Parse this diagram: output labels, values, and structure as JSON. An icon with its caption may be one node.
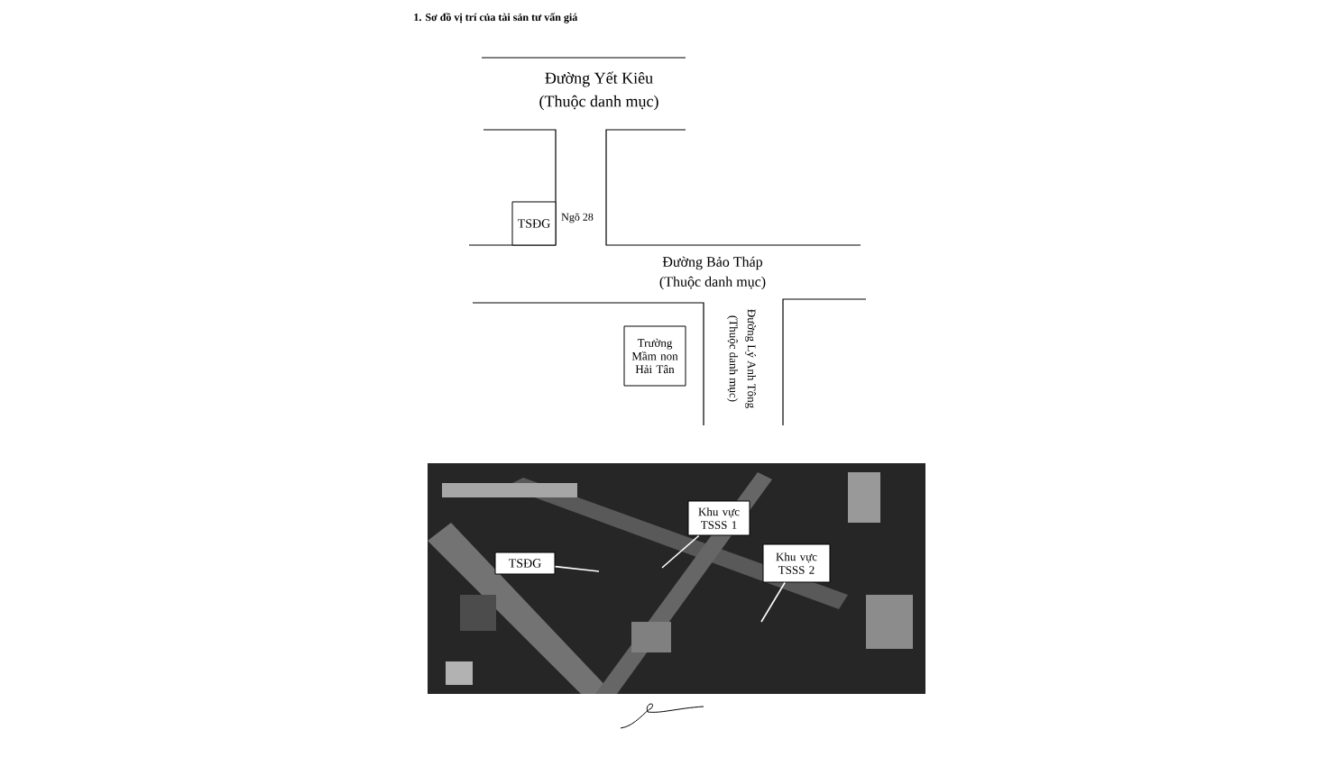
{
  "diagram": {
    "title": "1. Sơ đồ vị trí của tài sản tư vấn giá",
    "nodes": [
      {
        "text": [
          "TSĐG"
        ]
      },
      {
        "text": [
          "Trường Mầm non Hải Tân"
        ]
      },
      {
        "text": [],
        "shape": "picture"
      },
      {
        "text": [
          "TSĐG"
        ],
        "in": 2
      },
      {
        "text": [
          "Khu vực TSSS 1"
        ],
        "in": 2
      },
      {
        "text": [
          "Khu vực TSSS 2"
        ],
        "in": 2
      }
    ],
    "edges": [
      {
        "from": 3,
        "to": 2,
        "arrow": "none"
      },
      {
        "from": 4,
        "to": 2,
        "arrow": "none"
      },
      {
        "from": 5,
        "to": 2,
        "arrow": "none"
      }
    ],
    "labels": [
      "Đường Yết Kiêu",
      "(Thuộc danh mục)",
      "Ngõ 28",
      "Đường Bảo Tháp",
      "(Thuộc danh mục)",
      "Đường Lý Anh Tông",
      "(Thuộc danh mục)"
    ]
  }
}
